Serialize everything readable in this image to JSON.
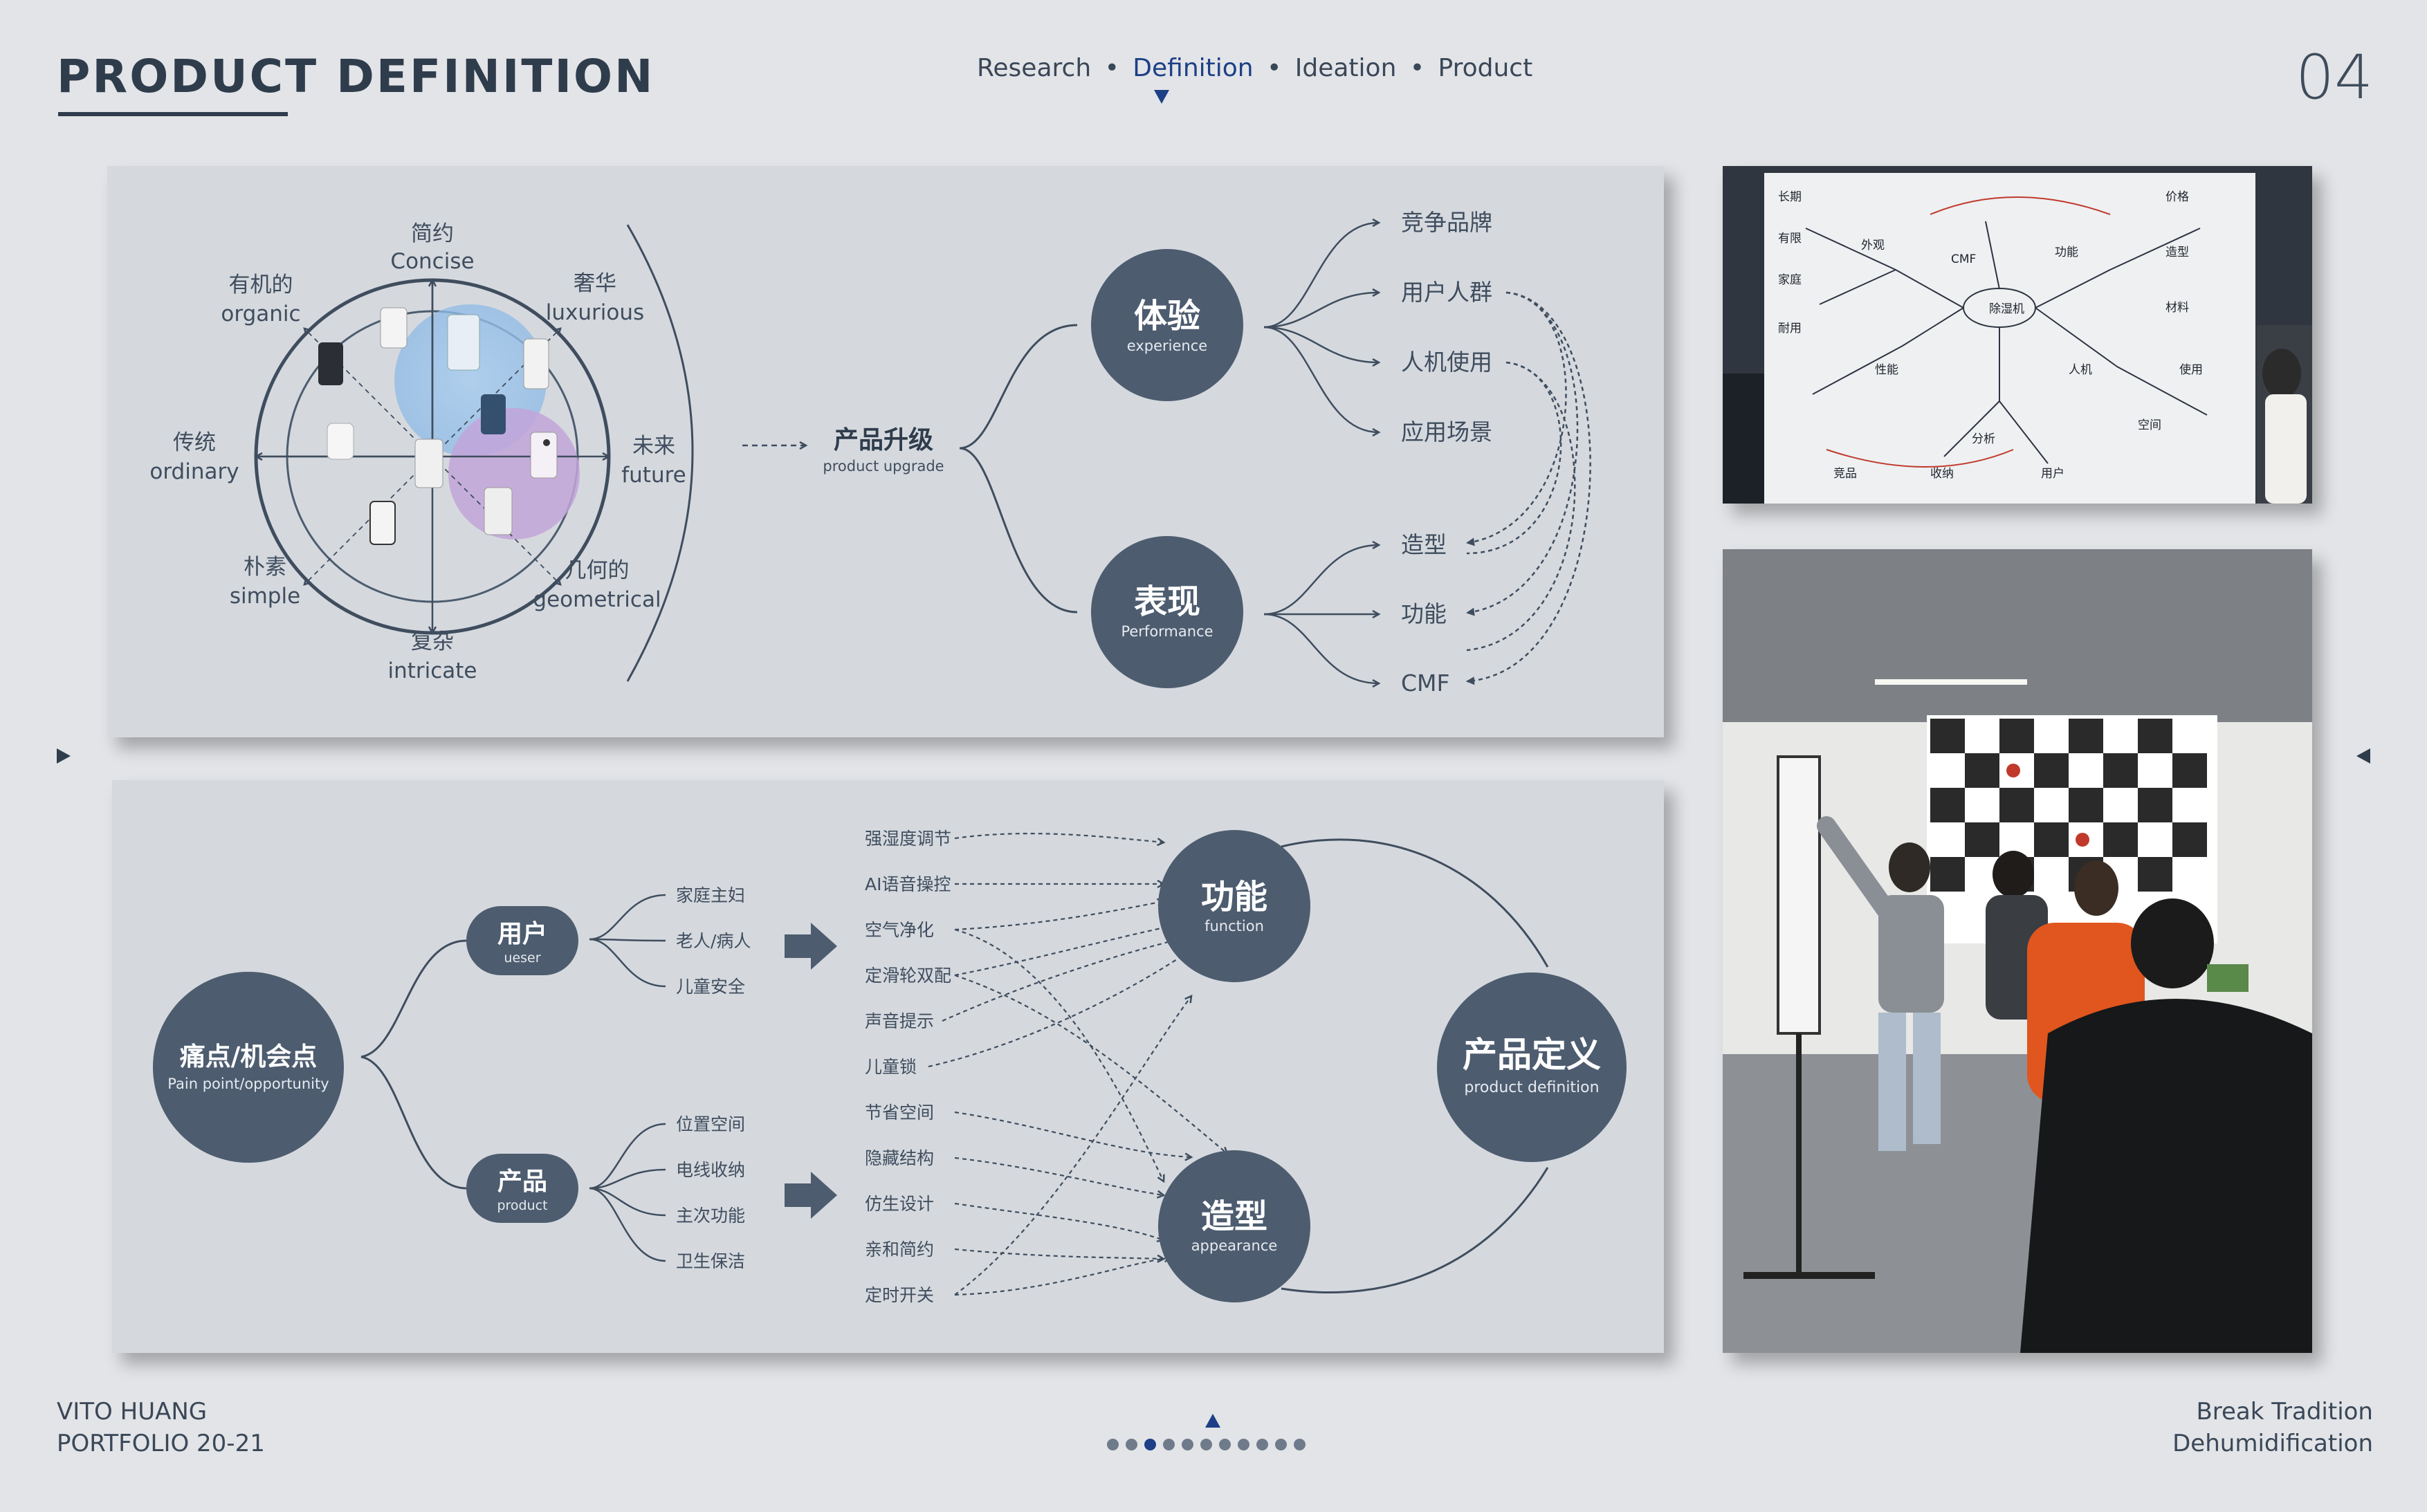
{
  "header": {
    "title": "PRODUCT DEFINITION",
    "nav": [
      "Research",
      "Definition",
      "Ideation",
      "Product"
    ],
    "nav_separator": "•",
    "active_nav": "Definition",
    "page_number": "04"
  },
  "style_wheel": {
    "top": {
      "zh": "简约",
      "en": "Concise"
    },
    "top_right": {
      "zh": "奢华",
      "en": "luxurious"
    },
    "right": {
      "zh": "未来",
      "en": "future"
    },
    "bottom_right": {
      "zh": "几何的",
      "en": "geometrical"
    },
    "bottom": {
      "zh": "复杂",
      "en": "intricate"
    },
    "bottom_left": {
      "zh": "朴素",
      "en": "simple"
    },
    "left": {
      "zh": "传统",
      "en": "ordinary"
    },
    "top_left": {
      "zh": "有机的",
      "en": "organic"
    }
  },
  "upgrade_map": {
    "root": {
      "zh": "产品升级",
      "en": "product upgrade"
    },
    "experience": {
      "zh": "体验",
      "en": "experience"
    },
    "performance": {
      "zh": "表现",
      "en": "Performance"
    },
    "experience_items": [
      "竞争品牌",
      "用户人群",
      "人机使用",
      "应用场景"
    ],
    "performance_items": [
      "造型",
      "功能",
      "CMF"
    ]
  },
  "definition_map": {
    "root": {
      "zh": "痛点/机会点",
      "en": "Pain point/opportunity"
    },
    "user": {
      "zh": "用户",
      "en": "ueser"
    },
    "product": {
      "zh": "产品",
      "en": "product"
    },
    "user_items": [
      "家庭主妇",
      "老人/病人",
      "儿童安全"
    ],
    "product_items": [
      "位置空间",
      "电线收纳",
      "主次功能",
      "卫生保洁"
    ],
    "features": [
      "强湿度调节",
      "AI语音操控",
      "空气净化",
      "定滑轮双配",
      "声音提示",
      "儿童锁",
      "节省空间",
      "隐藏结构",
      "仿生设计",
      "亲和简约",
      "定时开关"
    ],
    "function": {
      "zh": "功能",
      "en": "function"
    },
    "appearance": {
      "zh": "造型",
      "en": "appearance"
    },
    "final": {
      "zh": "产品定义",
      "en": "product definition"
    }
  },
  "whiteboard": {
    "center": "除湿机",
    "notes": [
      "长期",
      "有限",
      "家庭",
      "耐用",
      "CMF",
      "外观",
      "性能",
      "功能",
      "人机",
      "价格",
      "造型",
      "材料",
      "使用",
      "空间",
      "分析",
      "用户",
      "竞品",
      "收纳"
    ]
  },
  "footer": {
    "author": "VITO HUANG",
    "portfolio": "PORTFOLIO 20-21",
    "tagline1": "Break Tradition",
    "tagline2": "Dehumidification"
  },
  "colors": {
    "background": "#e2e4e7",
    "panel": "#d5d9de",
    "node": "#4d5c6f",
    "accent": "#1d3f86",
    "text": "#3f4d5e"
  }
}
